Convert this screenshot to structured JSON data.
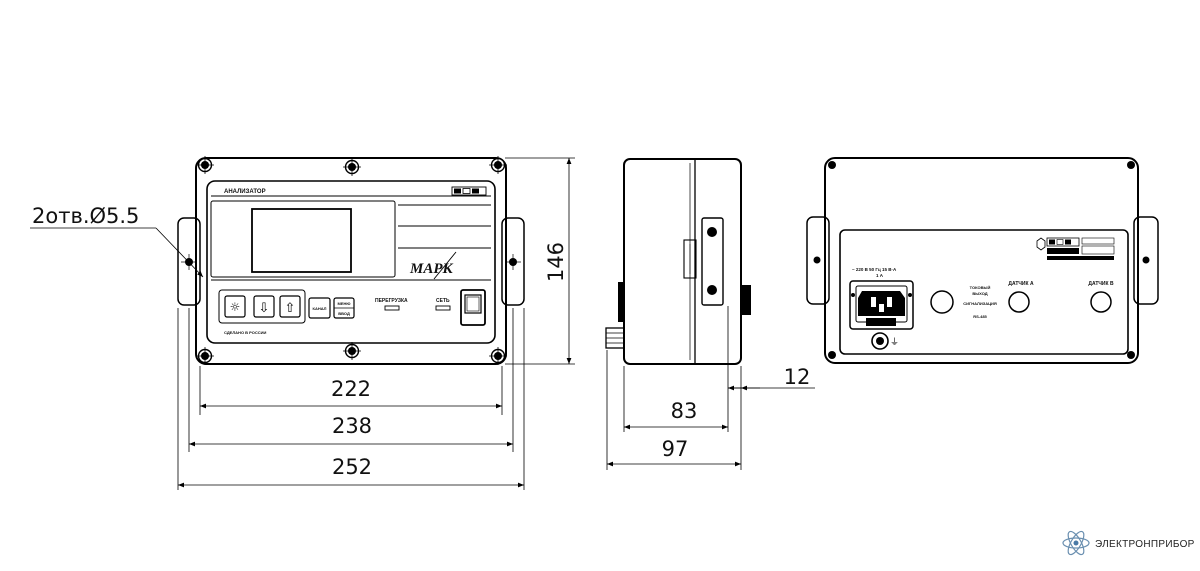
{
  "annotations": {
    "holes_label": "2отв.Ø5.5",
    "dim_width_inner": "222",
    "dim_width_mid": "238",
    "dim_width_total": "252",
    "dim_height": "146",
    "dim_depth_body": "83",
    "dim_depth_total": "97",
    "dim_connector": "12"
  },
  "front_panel": {
    "analyzer_label": "АНАЛИЗАТОР",
    "brand_mark": "МАРК",
    "channel_button": "КАНАЛ",
    "menu_button_top": "МЕНЮ",
    "menu_button_bottom": "ВВОД",
    "overload_label": "ПЕРЕГРУЗКА",
    "network_label": "СЕТЬ",
    "made_in_label": "СДЕЛАНО В РОССИИ"
  },
  "back_panel": {
    "power_label": "~ 220 В 50 Гц 15 В·А",
    "fuse_label": "1 А",
    "current_output_label_1": "ТОКОВЫЙ",
    "current_output_label_2": "ВЫХОД",
    "signaling_label": "СИГНАЛИЗАЦИЯ",
    "rs_label": "RS-485",
    "sensor_a_label": "ДАТЧИК А",
    "sensor_b_label": "ДАТЧИК В"
  },
  "footer": {
    "company": "ЭЛЕКТРОНПРИБОР"
  }
}
